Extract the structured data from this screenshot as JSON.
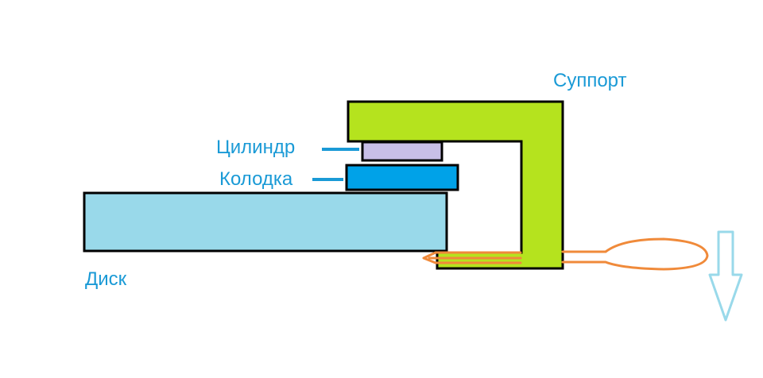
{
  "labels": {
    "support": "Суппорт",
    "cylinder": "Цилиндр",
    "pad": "Колодка",
    "disc": "Диск"
  },
  "colors": {
    "label": "#1a9ad6",
    "support": "#b5e31e",
    "cylinder": "#c8bfe7",
    "pad": "#00a2e8",
    "disc": "#99d9ea",
    "tool": "#f08a3a",
    "arrow": "#99d9ea",
    "outline": "#000000"
  }
}
